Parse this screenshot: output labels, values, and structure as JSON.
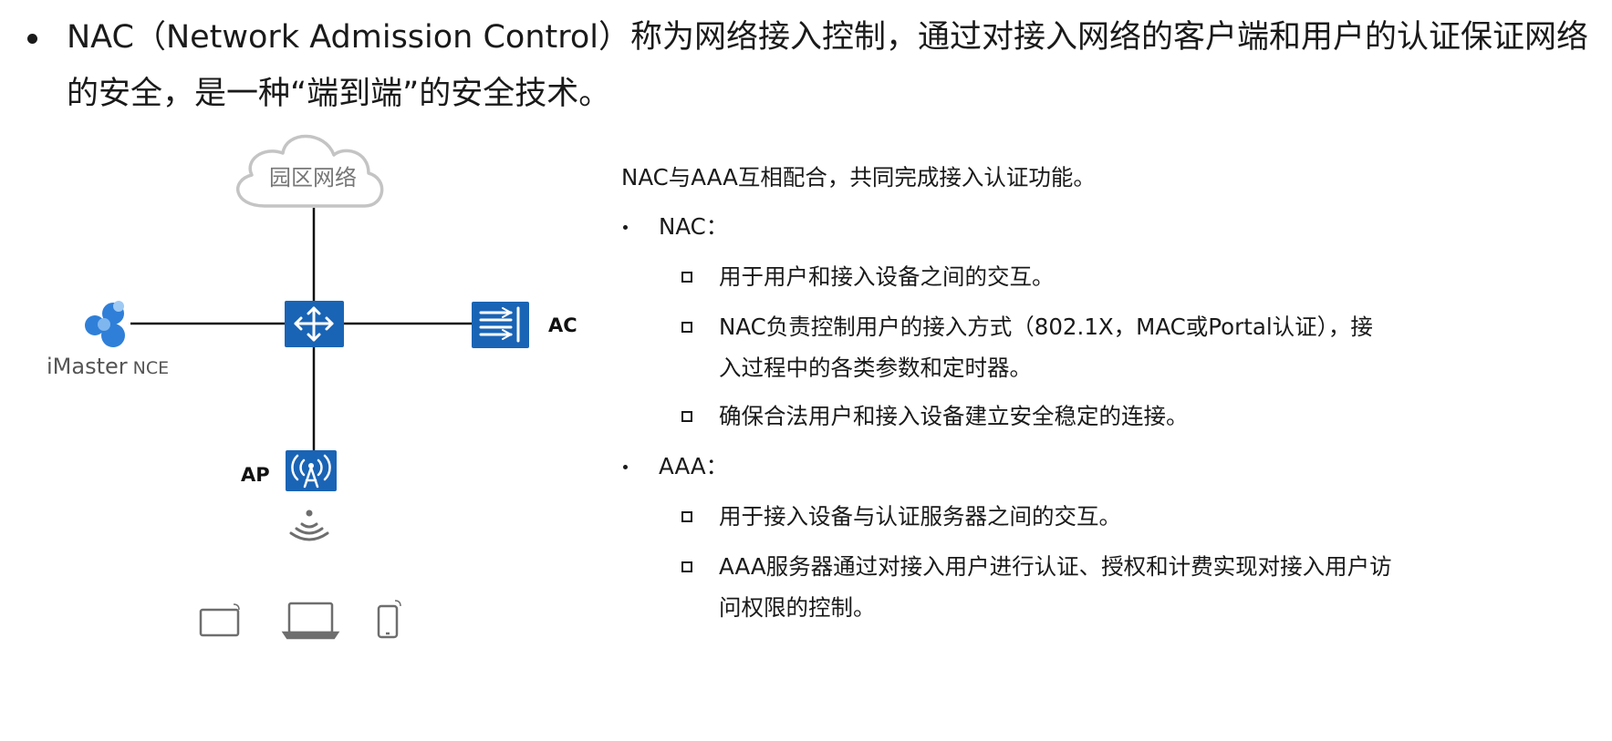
{
  "headline": {
    "text": "NAC（Network Admission Control）称为网络接入控制，通过对接入网络的客户端和用户的认证保证网络的安全，是一种“端到端”的安全技术。"
  },
  "diagram": {
    "cloud_label": "园区网络",
    "imaster_label_main": "iMaster",
    "imaster_label_sub": "NCE",
    "ac_label": "AC",
    "ap_label": "AP",
    "colors": {
      "device_blue": "#1a64b5",
      "cloud_stroke": "#c4c4c4",
      "line": "#111111",
      "terminal_gray": "#6e6e6e",
      "nce_blue": "#2f7fd8"
    },
    "icons": [
      "cloud-icon",
      "imaster-nce-logo",
      "switch-icon",
      "ac-controller-icon",
      "ap-icon",
      "wifi-signal-icon",
      "tablet-icon",
      "laptop-icon",
      "phone-icon"
    ]
  },
  "panel": {
    "intro": "NAC与AAA互相配合，共同完成接入认证功能。",
    "sections": [
      {
        "heading": "NAC：",
        "items": [
          "用于用户和接入设备之间的交互。",
          "NAC负责控制用户的接入方式（802.1X，MAC或Portal认证），接入过程中的各类参数和定时器。",
          "确保合法用户和接入设备建立安全稳定的连接。"
        ]
      },
      {
        "heading": "AAA：",
        "items": [
          "用于接入设备与认证服务器之间的交互。",
          "AAA服务器通过对接入用户进行认证、授权和计费实现对接入用户访问权限的控制。"
        ]
      }
    ]
  }
}
